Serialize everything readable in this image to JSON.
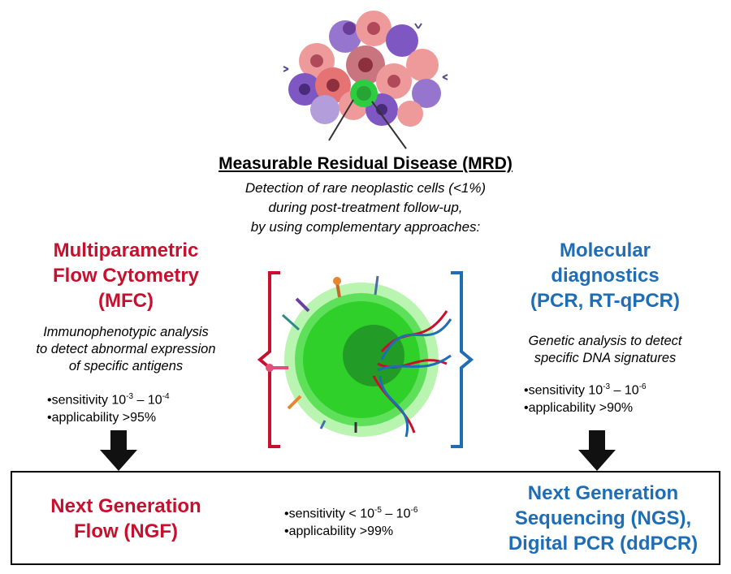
{
  "header": {
    "title": "Measurable Residual Disease (MRD)",
    "subtitle_lines": [
      "Detection of rare neoplastic cells (<1%)",
      "during post-treatment follow-up,",
      "by using complementary approaches:"
    ]
  },
  "left": {
    "heading_lines": [
      "Multiparametric",
      "Flow Cytometry",
      "(MFC)"
    ],
    "description_lines": [
      "Immunophenotypic analysis",
      "to detect abnormal expression",
      "of specific antigens"
    ],
    "bullets": [
      {
        "prefix": "•sensitivity 10",
        "exp1": "-3",
        "mid": " – 10",
        "exp2": "-4"
      },
      {
        "text": "•applicability >95%"
      }
    ],
    "color": "#c8102e"
  },
  "right": {
    "heading_lines": [
      "Molecular",
      "diagnostics",
      "(PCR, RT-qPCR)"
    ],
    "description_lines": [
      "Genetic analysis to detect",
      "specific DNA signatures"
    ],
    "bullets": [
      {
        "prefix": "•sensitivity 10",
        "exp1": "-3",
        "mid": " – 10",
        "exp2": "-6"
      },
      {
        "text": "•applicability >90%"
      }
    ],
    "color": "#1f6db5"
  },
  "bottom": {
    "left_lines": [
      "Next Generation",
      "Flow (NGF)"
    ],
    "center_bullets": [
      {
        "prefix": "•sensitivity < 10",
        "exp1": "-5",
        "mid": " – 10",
        "exp2": "-6"
      },
      {
        "text": "•applicability >99%"
      }
    ],
    "right_lines": [
      "Next Generation",
      "Sequencing (NGS),",
      "Digital PCR (ddPCR)"
    ]
  },
  "icons": {
    "cell_cluster": "tumor-cell-cluster-icon",
    "central_cell": "antigen-dna-cell-icon",
    "arrows": "down-arrow-icon"
  }
}
